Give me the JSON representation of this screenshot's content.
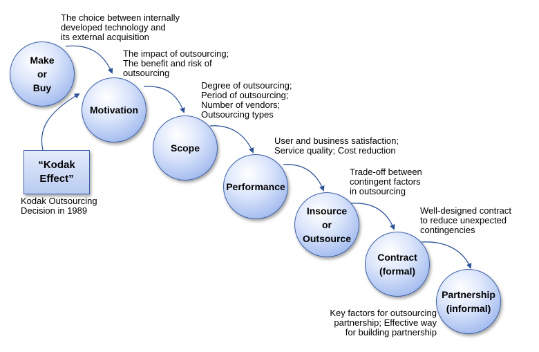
{
  "nodes": [
    {
      "id": "make-or-buy",
      "label": "Make\nor\nBuy"
    },
    {
      "id": "motivation",
      "label": "Motivation"
    },
    {
      "id": "scope",
      "label": "Scope"
    },
    {
      "id": "performance",
      "label": "Performance"
    },
    {
      "id": "insource-or-outsource",
      "label": "Insource\nor\nOutsource"
    },
    {
      "id": "contract",
      "label": "Contract\n(formal)"
    },
    {
      "id": "partnership",
      "label": "Partnership\n(informal)"
    }
  ],
  "notes": {
    "make_or_buy": "The choice between internally\ndeveloped technology and\nits external acquisition",
    "motivation": "The impact of outsourcing;\nThe benefit and risk of\noutsourcing",
    "scope": "Degree of outsourcing;\nPeriod of outsourcing;\nNumber of vendors;\nOutsourcing types",
    "performance": "User and business satisfaction;\nService quality; Cost reduction",
    "insource_or_outsource": "Trade-off between\ncontingent factors\nin outsourcing",
    "contract": "Well-designed contract\nto reduce unexpected\ncontingencies",
    "partnership": "Key factors for outsourcing\npartnership; Effective way\nfor building partnership"
  },
  "kodak": {
    "box_label": "“Kodak\nEffect”",
    "caption": "Kodak Outsourcing\nDecision in 1989"
  },
  "colors": {
    "node_border": "#3b5fa6",
    "node_fill": "#a8bff0",
    "arrow": "#2e5597"
  }
}
